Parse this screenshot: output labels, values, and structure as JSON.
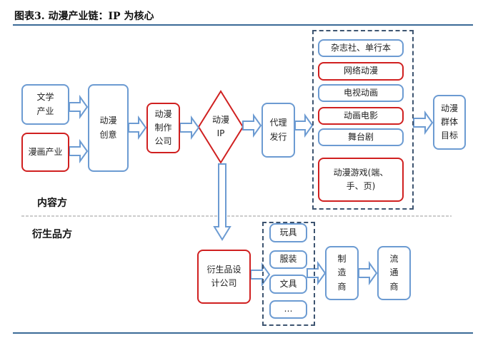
{
  "title": "图表3.    动漫产业链：IP 为核心",
  "sections": {
    "content": "内容方",
    "derivative": "衍生品方"
  },
  "nodes": {
    "literature": "文学产业",
    "comics": "漫画产业",
    "creative": "动漫创意",
    "production": "动漫制作公司",
    "ip": "动漫IP",
    "distribution": "代理发行",
    "audience": "动漫群体目标",
    "channels": [
      "杂志社、单行本",
      "网络动漫",
      "电视动画",
      "动画电影",
      "舞台剧",
      "动漫游戏(端、手、页)"
    ],
    "designer": "衍生品设计公司",
    "products": [
      "玩具",
      "服装",
      "文具",
      "…"
    ],
    "manufacturer": "制造商",
    "retailer": "流通商"
  },
  "colors": {
    "blue": "#6c9bd2",
    "red": "#d02020"
  }
}
